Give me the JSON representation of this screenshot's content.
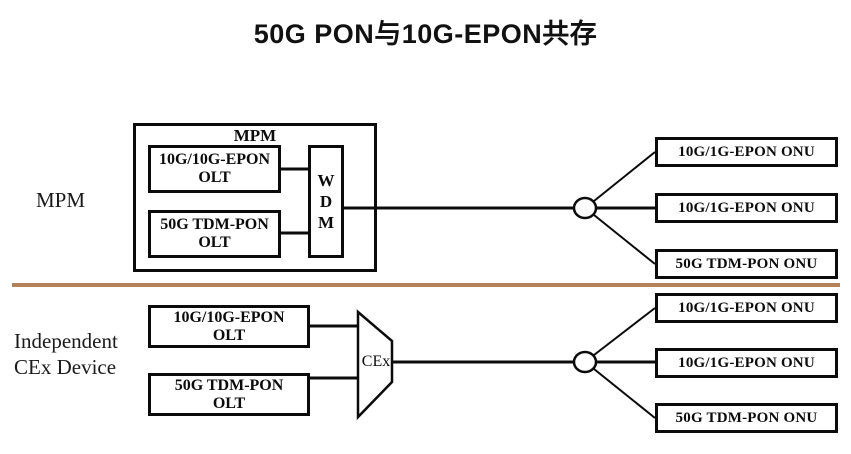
{
  "title": "50G PON与10G-EPON共存",
  "colors": {
    "line": "#0b0b0b",
    "divider": "#b5835a",
    "background": "#ffffff",
    "text": "#111111"
  },
  "divider": {
    "label": "section-divider"
  },
  "sections": [
    {
      "id": "mpm",
      "side_label": "MPM",
      "container_label": "MPM",
      "olts": [
        {
          "line1": "10G/10G-EPON",
          "line2": "OLT"
        },
        {
          "line1": "50G TDM-PON",
          "line2": "OLT"
        }
      ],
      "combiner": {
        "type": "wdm",
        "letters": [
          "W",
          "D",
          "M"
        ],
        "label": "WDM"
      },
      "onus": [
        {
          "label": "10G/1G-EPON  ONU"
        },
        {
          "label": "10G/1G-EPON  ONU"
        },
        {
          "label": "50G TDM-PON ONU"
        }
      ],
      "splitter": {
        "label": "optical-splitter"
      }
    },
    {
      "id": "independent-cex",
      "side_label_line1": "Independent",
      "side_label_line2": "CEx Device",
      "olts": [
        {
          "line1": "10G/10G-EPON",
          "line2": "OLT"
        },
        {
          "line1": "50G TDM-PON",
          "line2": "OLT"
        }
      ],
      "combiner": {
        "type": "cex",
        "label": "CEx"
      },
      "onus": [
        {
          "label": "10G/1G-EPON  ONU"
        },
        {
          "label": "10G/1G-EPON  ONU"
        },
        {
          "label": "50G TDM-PON ONU"
        }
      ],
      "splitter": {
        "label": "optical-splitter"
      }
    }
  ]
}
